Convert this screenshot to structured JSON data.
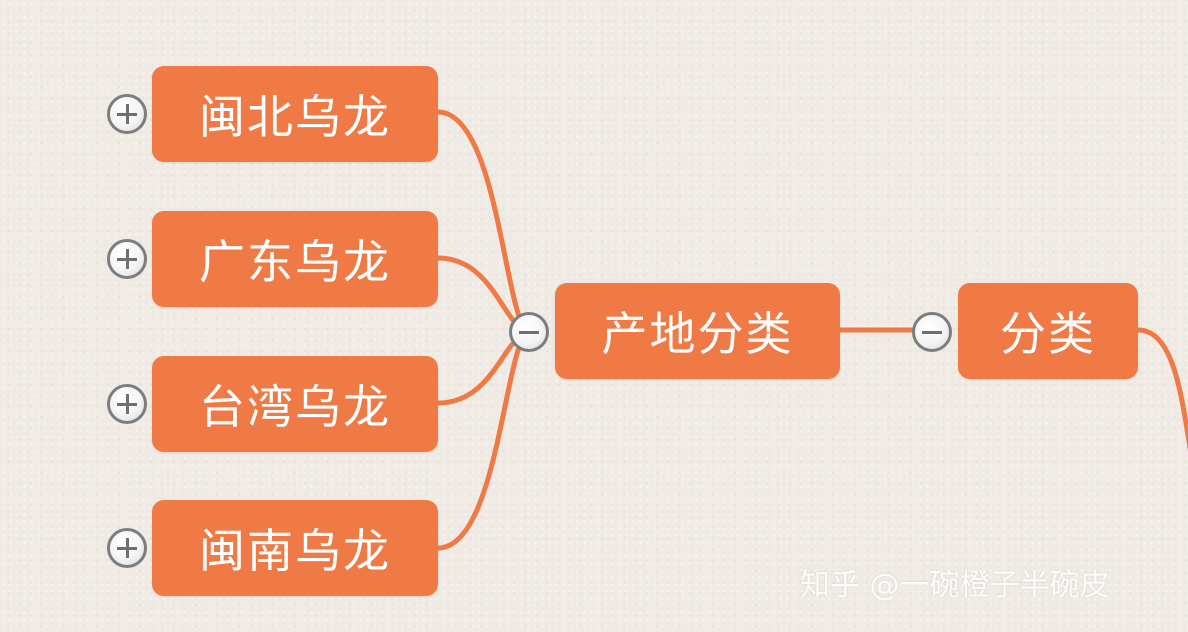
{
  "mindmap": {
    "root": {
      "label": "分类",
      "toggle": "collapse"
    },
    "branch": {
      "label": "产地分类",
      "toggle": "collapse"
    },
    "leaves": [
      {
        "label": "闽北乌龙",
        "toggle": "expand"
      },
      {
        "label": "广东乌龙",
        "toggle": "expand"
      },
      {
        "label": "台湾乌龙",
        "toggle": "expand"
      },
      {
        "label": "闽南乌龙",
        "toggle": "expand"
      }
    ]
  },
  "watermark": "知乎 @一碗橙子半碗皮",
  "colors": {
    "node_fill": "#f07a45",
    "connector": "#f07a45",
    "node_text": "#ffffff",
    "background": "#efebe4"
  }
}
